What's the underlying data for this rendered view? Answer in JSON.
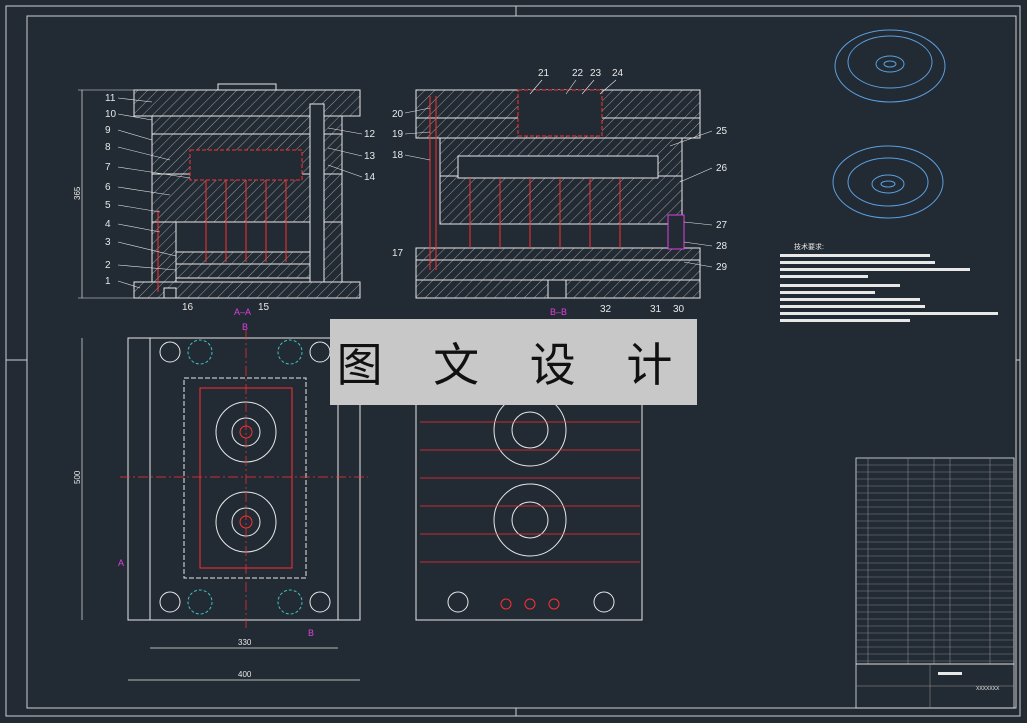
{
  "watermark": {
    "text": "图 文 设 计"
  },
  "tech_requirements_title": "技术要求:",
  "section_labels": {
    "aa": "A–A",
    "bb": "B–B",
    "a": "A",
    "b": "B"
  },
  "dimensions": {
    "height_left": "365",
    "height_plan": "500",
    "width_inner": "330",
    "width_outer": "400"
  },
  "callouts_left": [
    "11",
    "10",
    "9",
    "8",
    "7",
    "6",
    "5",
    "4",
    "3",
    "2",
    "1",
    "12",
    "13",
    "14",
    "15",
    "16"
  ],
  "callouts_right": [
    "20",
    "19",
    "18",
    "17",
    "21",
    "22",
    "23",
    "24",
    "25",
    "26",
    "27",
    "28",
    "29",
    "30",
    "31",
    "32"
  ],
  "title_block": {
    "drawing_no": "XXXXXXX"
  },
  "colors": {
    "background": "#222a33",
    "lines": "#e8e8e8",
    "hatch": "#bdbdbd",
    "red": "#ff3030",
    "magenta": "#e040e0",
    "blue": "#5aa0e0",
    "cyan": "#40c0c0"
  }
}
